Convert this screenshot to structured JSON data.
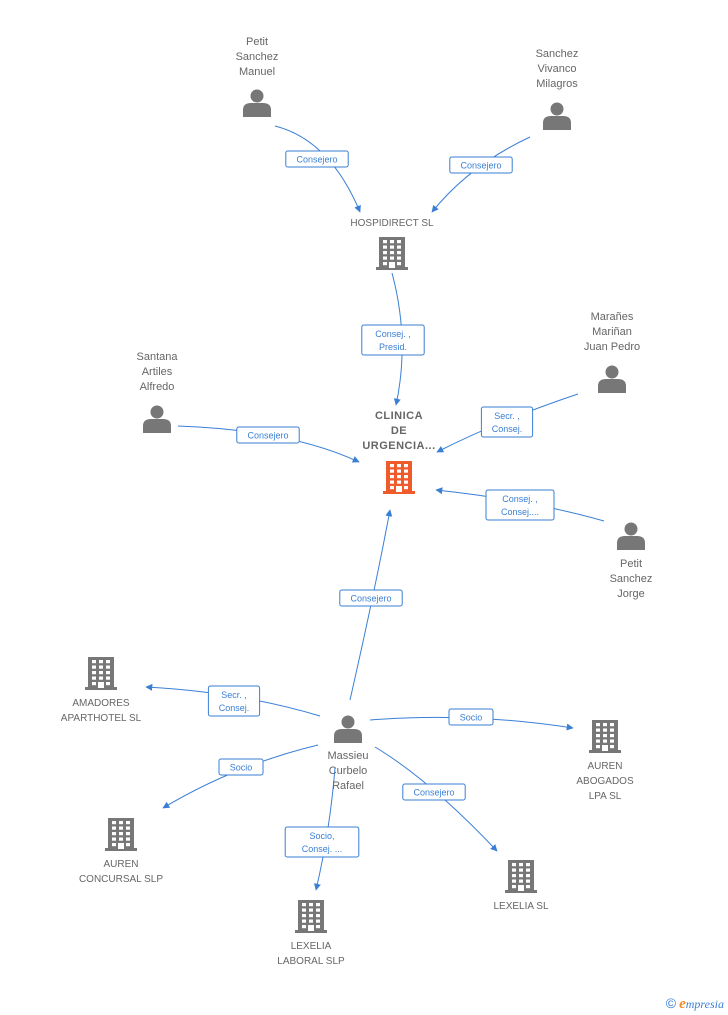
{
  "colors": {
    "edge": "#3a7fd5",
    "node": "#777777",
    "focus": "#ef5b2b",
    "label": "#666666"
  },
  "nodes": [
    {
      "id": "petit-manuel",
      "type": "person",
      "lines": [
        "Petit",
        "Sanchez",
        "Manuel"
      ]
    },
    {
      "id": "sanchez-vivanco",
      "type": "person",
      "lines": [
        "Sanchez",
        "Vivanco",
        "Milagros"
      ]
    },
    {
      "id": "hospidirect",
      "type": "company",
      "lines": [
        "HOSPIDIRECT SL"
      ]
    },
    {
      "id": "maranes",
      "type": "person",
      "lines": [
        "Marañes",
        "Mariñan",
        "Juan Pedro"
      ]
    },
    {
      "id": "santana",
      "type": "person",
      "lines": [
        "Santana",
        "Artiles",
        "Alfredo"
      ]
    },
    {
      "id": "clinica",
      "type": "focus",
      "lines": [
        "CLINICA",
        "DE",
        "URGENCIA..."
      ]
    },
    {
      "id": "petit-jorge",
      "type": "person",
      "lines": [
        "Petit",
        "Sanchez",
        "Jorge"
      ]
    },
    {
      "id": "amadores",
      "type": "company",
      "lines": [
        "AMADORES",
        "APARTHOTEL SL"
      ]
    },
    {
      "id": "massieu",
      "type": "person",
      "lines": [
        "Massieu",
        "Curbelo",
        "Rafael"
      ]
    },
    {
      "id": "auren-abogados",
      "type": "company",
      "lines": [
        "AUREN",
        "ABOGADOS",
        "LPA  SL"
      ]
    },
    {
      "id": "auren-concursal",
      "type": "company",
      "lines": [
        "AUREN",
        "CONCURSAL SLP"
      ]
    },
    {
      "id": "lexelia",
      "type": "company",
      "lines": [
        "LEXELIA SL"
      ]
    },
    {
      "id": "lexelia-laboral",
      "type": "company",
      "lines": [
        "LEXELIA",
        "LABORAL SLP"
      ]
    }
  ],
  "edges": [
    {
      "from": "petit-manuel",
      "to": "hospidirect",
      "lines": [
        "Consejero"
      ]
    },
    {
      "from": "sanchez-vivanco",
      "to": "hospidirect",
      "lines": [
        "Consejero"
      ]
    },
    {
      "from": "hospidirect",
      "to": "clinica",
      "lines": [
        "Consej. ,",
        "Presid."
      ]
    },
    {
      "from": "maranes",
      "to": "clinica",
      "lines": [
        "Secr. ,",
        "Consej."
      ]
    },
    {
      "from": "santana",
      "to": "clinica",
      "lines": [
        "Consejero"
      ]
    },
    {
      "from": "petit-jorge",
      "to": "clinica",
      "lines": [
        "Consej. ,",
        "Consej...."
      ]
    },
    {
      "from": "massieu",
      "to": "clinica",
      "lines": [
        "Consejero"
      ]
    },
    {
      "from": "massieu",
      "to": "amadores",
      "lines": [
        "Secr. ,",
        "Consej."
      ]
    },
    {
      "from": "massieu",
      "to": "auren-abogados",
      "lines": [
        "Socio"
      ]
    },
    {
      "from": "massieu",
      "to": "auren-concursal",
      "lines": [
        "Socio"
      ]
    },
    {
      "from": "massieu",
      "to": "lexelia",
      "lines": [
        "Consejero"
      ]
    },
    {
      "from": "massieu",
      "to": "lexelia-laboral",
      "lines": [
        "Socio,",
        "Consej. ..."
      ]
    }
  ],
  "credit": {
    "symbol": "©",
    "brand_initial": "e",
    "brand_rest": "mpresia"
  }
}
